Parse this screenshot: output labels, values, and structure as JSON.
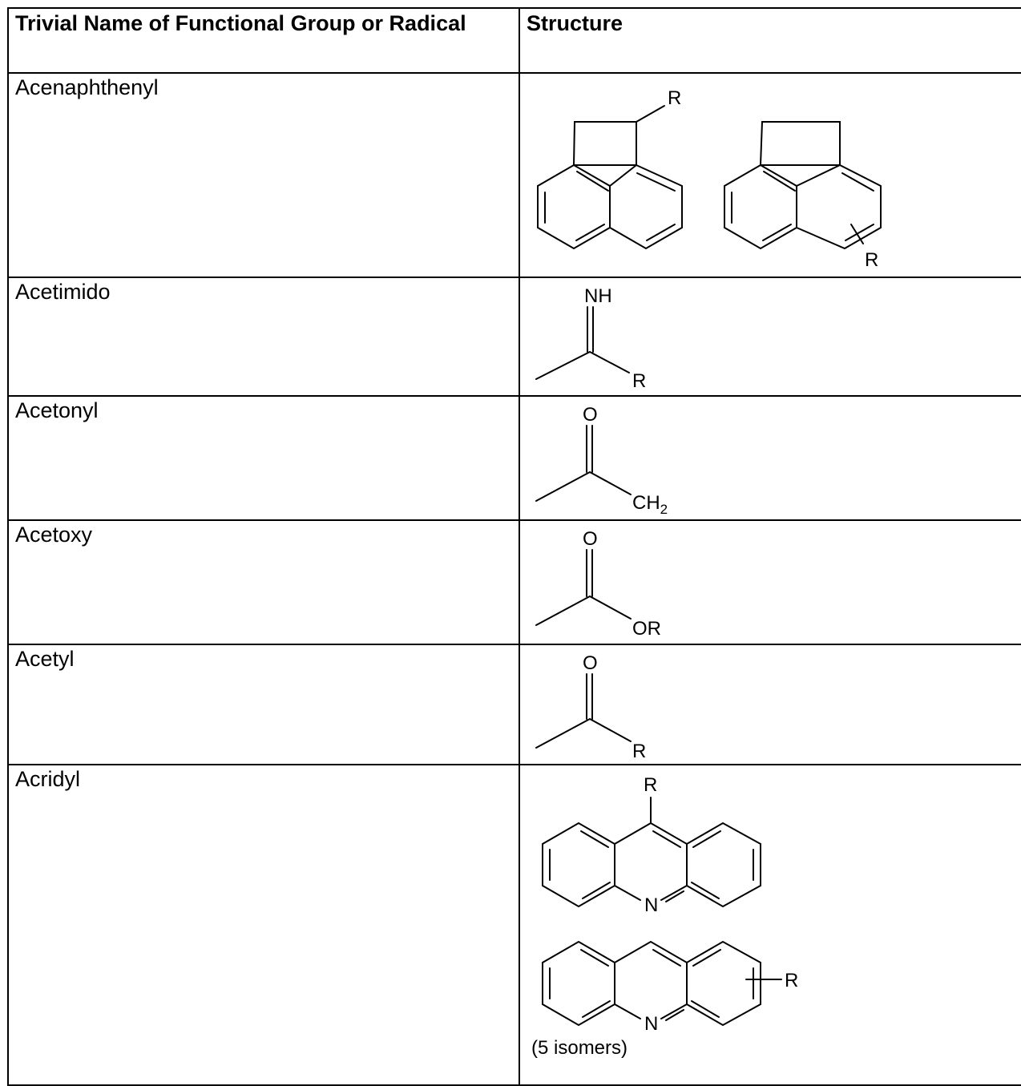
{
  "headers": {
    "name": "Trivial Name of Functional Group or Radical",
    "structure": "Structure"
  },
  "rows": [
    {
      "name": "Acenaphthenyl",
      "labels": [
        "R",
        "R"
      ]
    },
    {
      "name": "Acetimido",
      "labels": [
        "NH",
        "R"
      ]
    },
    {
      "name": "Acetonyl",
      "labels": [
        "O",
        "CH",
        "2"
      ]
    },
    {
      "name": "Acetoxy",
      "labels": [
        "O",
        "OR"
      ]
    },
    {
      "name": "Acetyl",
      "labels": [
        "O",
        "R"
      ]
    },
    {
      "name": "Acridyl",
      "labels": [
        "R",
        "N",
        "N",
        "R"
      ],
      "note": "(5 isomers)"
    }
  ]
}
